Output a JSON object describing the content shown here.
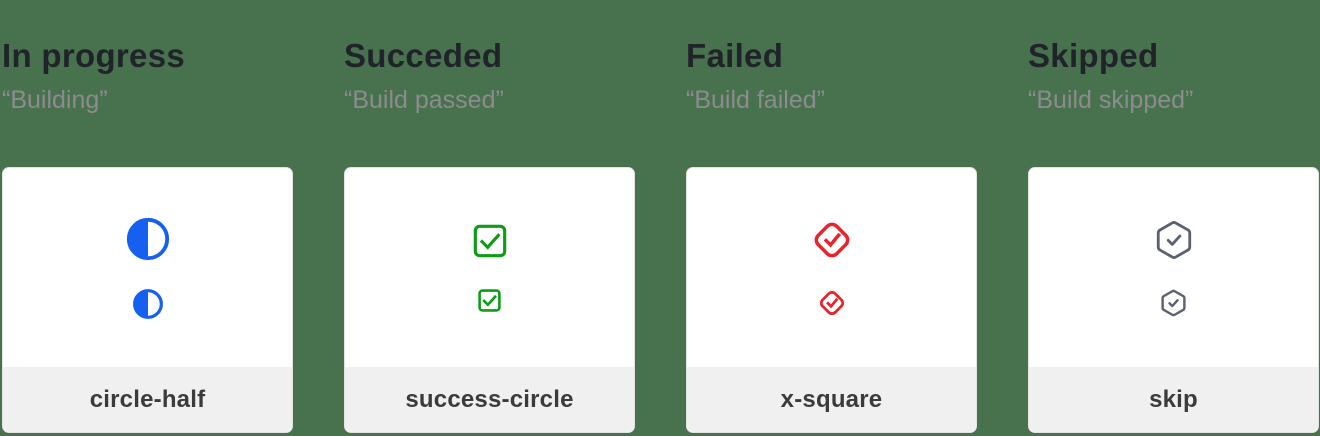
{
  "background_color": "#48714E",
  "columns": [
    {
      "title": "In progress",
      "subtitle": "“Building”",
      "label": "circle-half",
      "icon": "half-filled-circle",
      "color": "#1560F0"
    },
    {
      "title": "Succeded",
      "subtitle": "“Build passed”",
      "label": "success-circle",
      "icon": "checkmark-in-square",
      "color": "#0E9C17"
    },
    {
      "title": "Failed",
      "subtitle": "“Build failed”",
      "label": "x-square",
      "icon": "checkmark-in-diamond",
      "color": "#E7242B"
    },
    {
      "title": "Skipped",
      "subtitle": "“Build skipped”",
      "label": "skip",
      "icon": "checkmark-in-hexagon",
      "color": "#5B6170"
    }
  ]
}
